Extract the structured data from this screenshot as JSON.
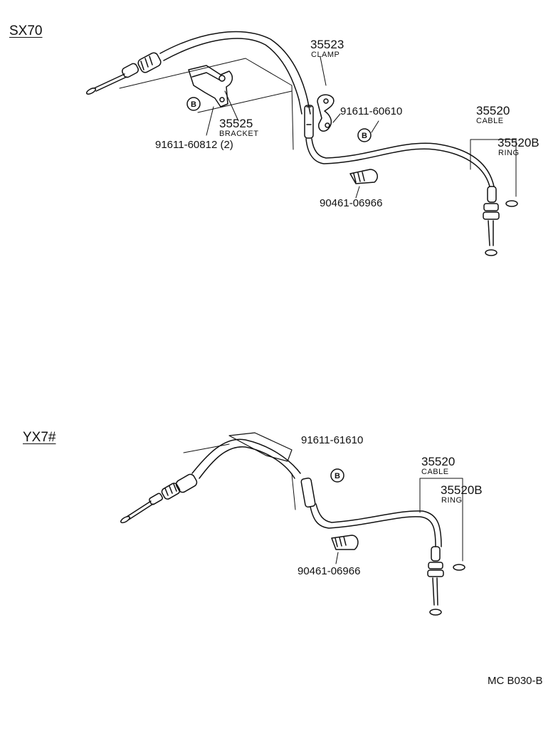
{
  "diagram_code": "MC B030-B",
  "sections": [
    {
      "model": "SX70",
      "parts": {
        "clamp": {
          "number": "35523",
          "name": "CLAMP"
        },
        "bolt_top": {
          "number": "91611-60610"
        },
        "bracket": {
          "number": "35525",
          "name": "BRACKET"
        },
        "bracket_bolt": {
          "number": "91611-60812 (2)"
        },
        "cable": {
          "number": "35520",
          "name": "CABLE"
        },
        "ring": {
          "number": "35520B",
          "name": "RING"
        },
        "clip": {
          "number": "90461-06966"
        }
      }
    },
    {
      "model": "YX7#",
      "parts": {
        "bolt_top": {
          "number": "91611-61610"
        },
        "cable": {
          "number": "35520",
          "name": "CABLE"
        },
        "ring": {
          "number": "35520B",
          "name": "RING"
        },
        "clip": {
          "number": "90461-06966"
        }
      }
    }
  ],
  "symbols": {
    "bolt_marker": "B"
  }
}
